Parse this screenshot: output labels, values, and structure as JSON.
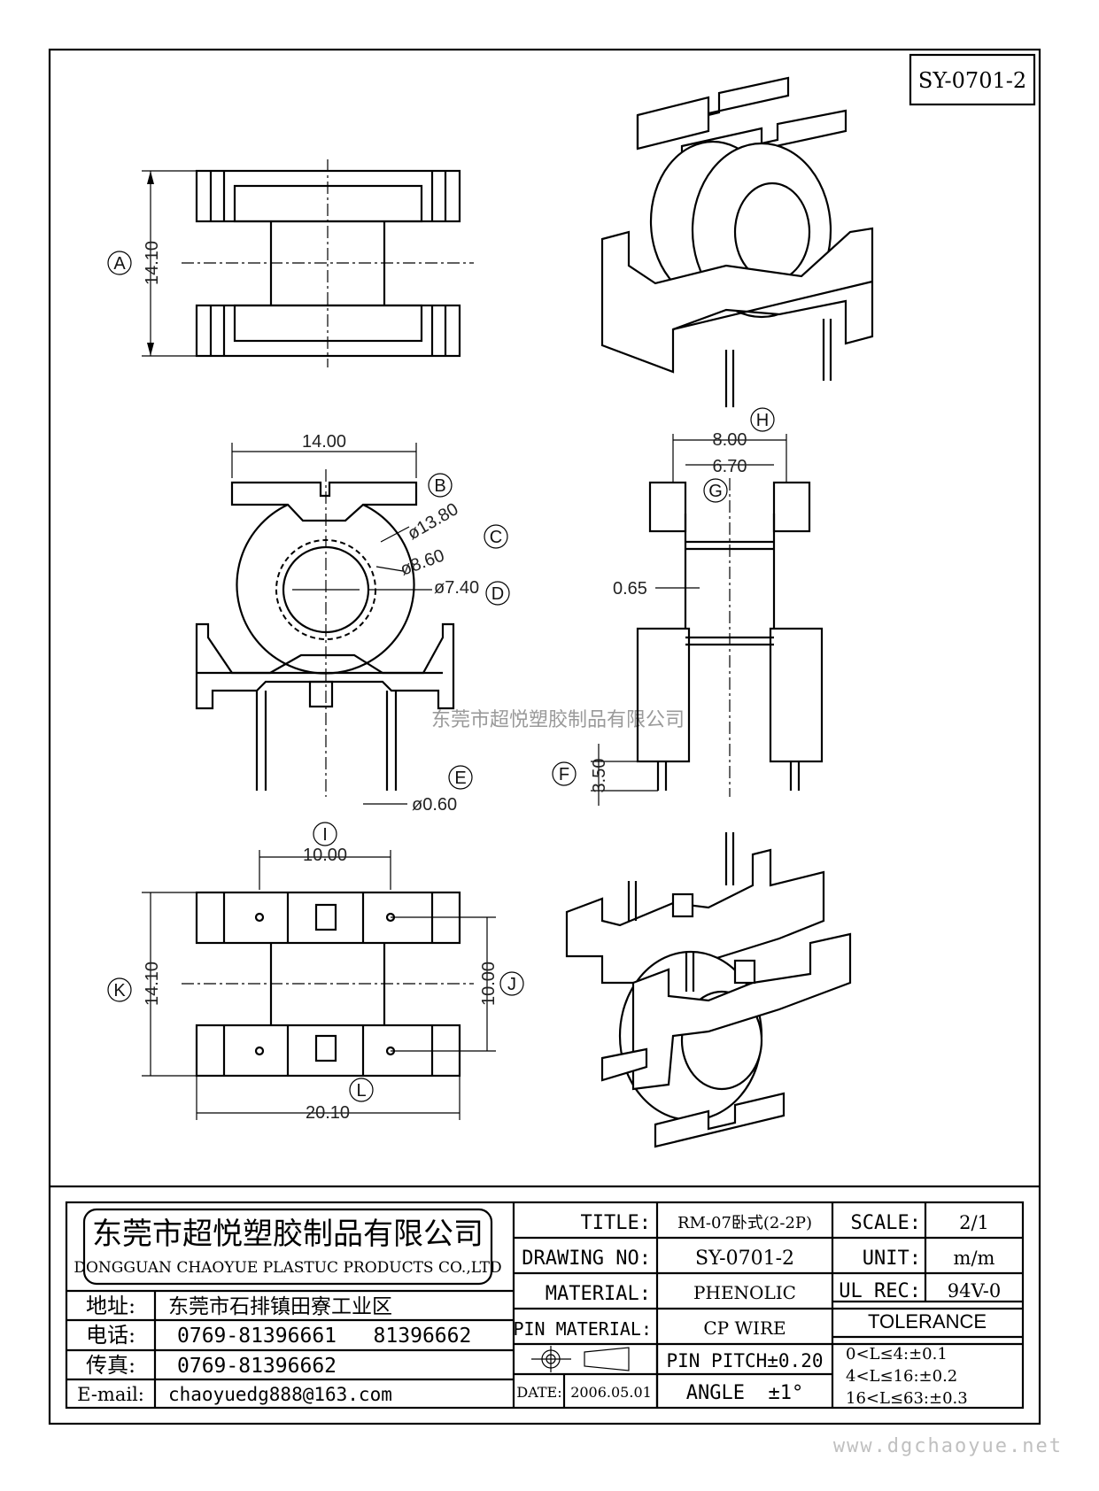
{
  "drawing_id": "SY-0701-2",
  "dimensions": {
    "top_view_height": "14.10",
    "front_width": "14.00",
    "outer_dia": "ø13.80",
    "mid_dia": "ø8.60",
    "inner_dia": "ø7.40",
    "pin_dia": "ø0.60",
    "side_width": "8.00",
    "side_inner_width": "6.70",
    "wall": "0.65",
    "pin_length": "3.50",
    "bottom_pitch": "10.00",
    "bottom_height": "14.10",
    "bottom_inner": "10.00",
    "bottom_width": "20.10"
  },
  "callouts": {
    "A": "A",
    "B": "B",
    "C": "C",
    "D": "D",
    "E": "E",
    "F": "F",
    "G": "G",
    "H": "H",
    "I": "I",
    "J": "J",
    "K": "K",
    "L": "L"
  },
  "watermark": "东莞市超悦塑胶制品有限公司",
  "company": {
    "name_cn": "东莞市超悦塑胶制品有限公司",
    "name_en": "DONGGUAN CHAOYUE PLASTUC PRODUCTS CO.,LTD",
    "address_label": "地址:",
    "address": "东莞市石排镇田寮工业区",
    "phone_label": "电话:",
    "phone": "0769-81396661   81396662",
    "fax_label": "传真:",
    "fax": "0769-81396662",
    "email_label": "E-mail:",
    "email": "chaoyuedg888@163.com"
  },
  "title_block": {
    "title_label": "TITLE:",
    "title": "RM-07卧式(2-2P)",
    "drawing_no_label": "DRAWING NO:",
    "drawing_no": "SY-0701-2",
    "material_label": "MATERIAL:",
    "material": "PHENOLIC",
    "pin_material_label": "PIN MATERIAL:",
    "pin_material": "CP WIRE",
    "date_label": "DATE:",
    "date": "2006.05.01",
    "pin_pitch": "PIN PITCH±0.20",
    "angle": "ANGLE  ±1°",
    "scale_label": "SCALE:",
    "scale": "2/1",
    "unit_label": "UNIT:",
    "unit": "m/m",
    "ul_label": "UL REC:",
    "ul": "94V-0",
    "tolerance_label": "TOLERANCE",
    "tol1": "0<L≤4:±0.1",
    "tol2": "4<L≤16:±0.2",
    "tol3": "16<L≤63:±0.3"
  },
  "website": "www.dgchaoyue.net"
}
